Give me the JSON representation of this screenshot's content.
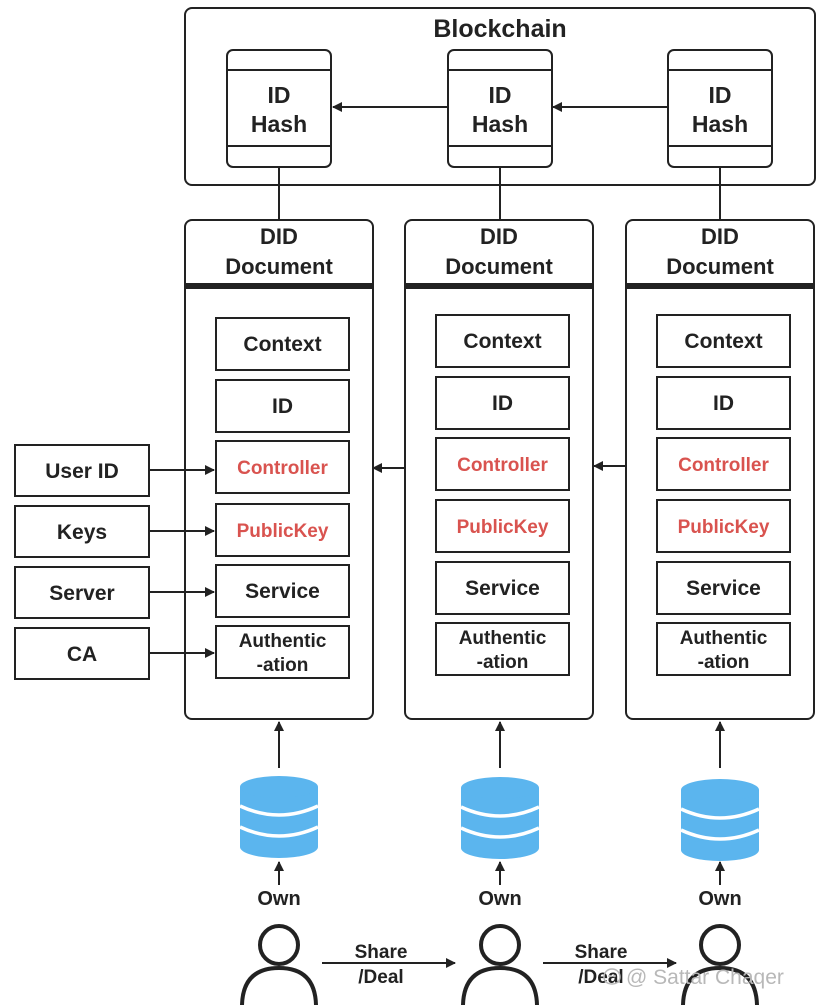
{
  "blockchain": {
    "title": "Blockchain",
    "blocks": [
      {
        "line1": "ID",
        "line2": "Hash"
      },
      {
        "line1": "ID",
        "line2": "Hash"
      },
      {
        "line1": "ID",
        "line2": "Hash"
      }
    ]
  },
  "documents": [
    {
      "title_line1": "DID",
      "title_line2": "Document",
      "fields": [
        {
          "lines": [
            "Context"
          ],
          "highlight": false
        },
        {
          "lines": [
            "ID"
          ],
          "highlight": false
        },
        {
          "lines": [
            "Controller"
          ],
          "highlight": true
        },
        {
          "lines": [
            "PublicKey"
          ],
          "highlight": true
        },
        {
          "lines": [
            "Service"
          ],
          "highlight": false
        },
        {
          "lines": [
            "Authentic",
            "-ation"
          ],
          "highlight": false
        }
      ]
    },
    {
      "title_line1": "DID",
      "title_line2": "Document",
      "fields": [
        {
          "lines": [
            "Context"
          ],
          "highlight": false
        },
        {
          "lines": [
            "ID"
          ],
          "highlight": false
        },
        {
          "lines": [
            "Controller"
          ],
          "highlight": true
        },
        {
          "lines": [
            "PublicKey"
          ],
          "highlight": true
        },
        {
          "lines": [
            "Service"
          ],
          "highlight": false
        },
        {
          "lines": [
            "Authentic",
            "-ation"
          ],
          "highlight": false
        }
      ]
    },
    {
      "title_line1": "DID",
      "title_line2": "Document",
      "fields": [
        {
          "lines": [
            "Context"
          ],
          "highlight": false
        },
        {
          "lines": [
            "ID"
          ],
          "highlight": false
        },
        {
          "lines": [
            "Controller"
          ],
          "highlight": true
        },
        {
          "lines": [
            "PublicKey"
          ],
          "highlight": true
        },
        {
          "lines": [
            "Service"
          ],
          "highlight": false
        },
        {
          "lines": [
            "Authentic",
            "-ation"
          ],
          "highlight": false
        }
      ]
    }
  ],
  "inputs": [
    "User ID",
    "Keys",
    "Server",
    "CA"
  ],
  "owners": [
    {
      "own_label": "Own"
    },
    {
      "own_label": "Own"
    },
    {
      "own_label": "Own"
    }
  ],
  "share_labels": [
    {
      "line1": "Share",
      "line2": "/Deal"
    },
    {
      "line1": "Share",
      "line2": "/Deal"
    }
  ],
  "watermark": "@ Sattar Chaqer",
  "colors": {
    "stroke": "#222222",
    "highlight": "#d9534f",
    "database": "#5bb5ee",
    "database_stripe": "#ffffff"
  },
  "icons": [
    "database-icon",
    "user-icon",
    "watermark-icon"
  ]
}
